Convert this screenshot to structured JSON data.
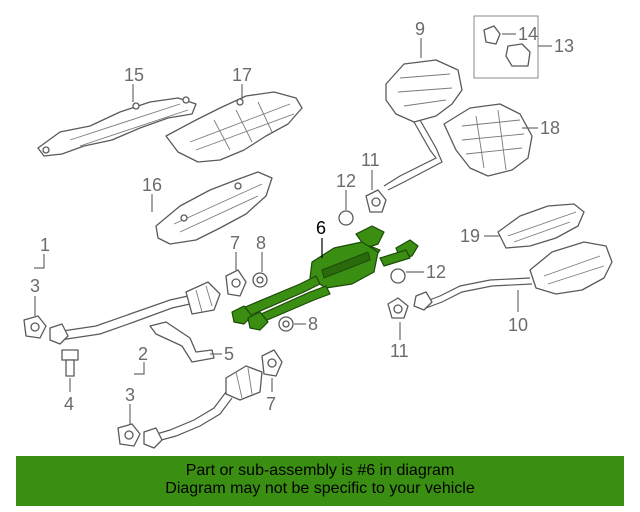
{
  "colors": {
    "highlight": "#3a8f12",
    "banner": "#3a8f12",
    "callout": "#6b6b6b"
  },
  "highlighted_part": "6",
  "callouts": {
    "c1": "1",
    "c2": "2",
    "c3a": "3",
    "c3b": "3",
    "c4": "4",
    "c5": "5",
    "c6": "6",
    "c7a": "7",
    "c7b": "7",
    "c8a": "8",
    "c8b": "8",
    "c9": "9",
    "c10": "10",
    "c11a": "11",
    "c11b": "11",
    "c12a": "12",
    "c12b": "12",
    "c13": "13",
    "c14": "14",
    "c15": "15",
    "c16": "16",
    "c17": "17",
    "c18": "18",
    "c19": "19"
  },
  "banner": {
    "line1": "Part or sub-assembly is #6 in diagram",
    "line2": "Diagram may not be specific to your vehicle"
  }
}
